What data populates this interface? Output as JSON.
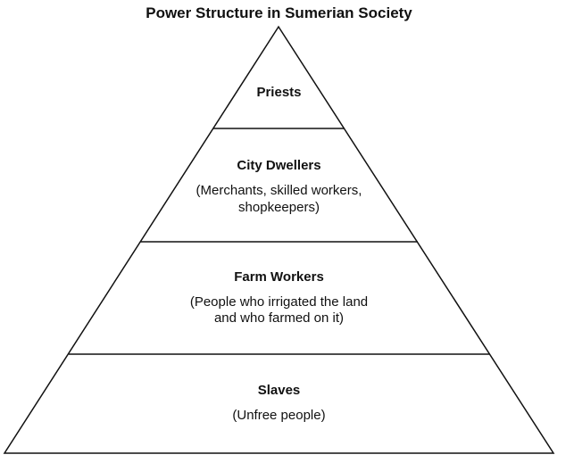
{
  "title": "Power Structure in Sumerian Society",
  "levels": [
    {
      "name": "Priests",
      "description": ""
    },
    {
      "name": "City Dwellers",
      "description_lines": [
        "(Merchants, skilled workers,",
        "shopkeepers)"
      ]
    },
    {
      "name": "Farm Workers",
      "description_lines": [
        "(People who irrigated the land",
        "and who farmed on it)"
      ]
    },
    {
      "name": "Slaves",
      "description_lines": [
        "(Unfree people)"
      ]
    }
  ]
}
